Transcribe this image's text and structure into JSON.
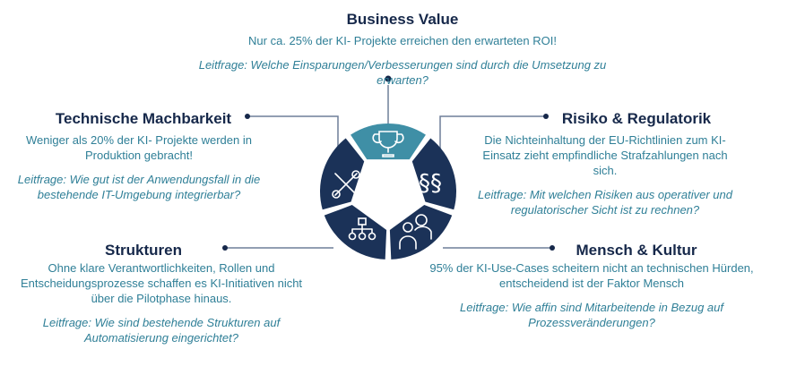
{
  "colors": {
    "navy": "#1b3258",
    "teal": "#3f8fa6",
    "text": "#2f7f97",
    "title": "#16284a",
    "line": "#6e7f99"
  },
  "sections": {
    "business": {
      "title": "Business Value",
      "text": "Nur ca. 25% der KI- Projekte erreichen den erwarteten ROI!",
      "question": "Leitfrage: Welche Einsparungen/Verbesserungen sind durch die Umsetzung zu erwarten?",
      "icon": "trophy-icon"
    },
    "technik": {
      "title": "Technische Machbarkeit",
      "text": "Weniger als 20% der KI- Projekte werden in Produktion gebracht!",
      "question": "Leitfrage: Wie gut ist der Anwendungsfall in die bestehende IT-Umgebung integrierbar?",
      "icon": "tools-icon"
    },
    "risiko": {
      "title": "Risiko & Regulatorik",
      "text": "Die Nichteinhaltung der EU-Richtlinien zum KI-Einsatz zieht empfindliche Strafzahlungen nach sich.",
      "question": "Leitfrage: Mit welchen Risiken aus operativer und regulatorischer Sicht ist zu rechnen?",
      "icon": "paragraph-icon"
    },
    "strukturen": {
      "title": "Strukturen",
      "text": "Ohne klare Verantwortlichkeiten, Rollen und Entscheidungsprozesse schaffen es KI-Initiativen nicht über die Pilotphase hinaus.",
      "question": "Leitfrage: Wie sind bestehende Strukturen auf Automatisierung eingerichtet?",
      "icon": "org-chart-icon"
    },
    "mensch": {
      "title": "Mensch & Kultur",
      "text": "95% der KI-Use-Cases scheitern nicht an technischen Hürden, entscheidend ist der Faktor Mensch",
      "question": "Leitfrage: Wie affin sind Mitarbeitende in Bezug auf Prozessveränderungen?",
      "icon": "people-icon"
    }
  }
}
